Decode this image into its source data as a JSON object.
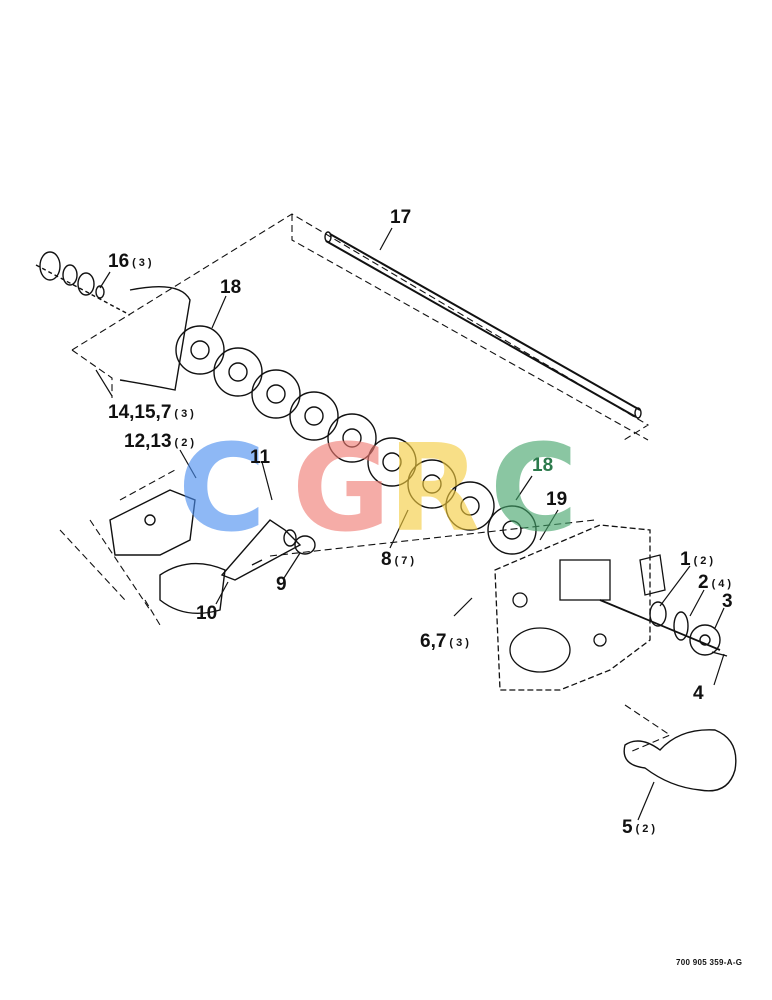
{
  "callouts": [
    {
      "id": "c17",
      "num": "17",
      "qty": ""
    },
    {
      "id": "c16",
      "num": "16",
      "qty": "(3)"
    },
    {
      "id": "c18a",
      "num": "18",
      "qty": ""
    },
    {
      "id": "c14",
      "num": "14,15,7",
      "qty": "(3)"
    },
    {
      "id": "c12",
      "num": "12,13",
      "qty": "(2)"
    },
    {
      "id": "c11",
      "num": "11",
      "qty": ""
    },
    {
      "id": "c18b",
      "num": "18",
      "qty": ""
    },
    {
      "id": "c19",
      "num": "19",
      "qty": ""
    },
    {
      "id": "c8",
      "num": "8",
      "qty": "(7)"
    },
    {
      "id": "c9",
      "num": "9",
      "qty": ""
    },
    {
      "id": "c10",
      "num": "10",
      "qty": ""
    },
    {
      "id": "c1",
      "num": "1",
      "qty": "(2)"
    },
    {
      "id": "c2",
      "num": "2",
      "qty": "(4)"
    },
    {
      "id": "c3",
      "num": "3",
      "qty": ""
    },
    {
      "id": "c6",
      "num": "6,7",
      "qty": "(3)"
    },
    {
      "id": "c4",
      "num": "4",
      "qty": ""
    },
    {
      "id": "c5",
      "num": "5",
      "qty": "(2)"
    }
  ],
  "drawing_number": "700 905 359-A-G",
  "watermark": {
    "letters": [
      "C",
      "G",
      "R",
      "C"
    ],
    "colors": [
      "#4a8ef0",
      "#f07a72",
      "#f5cc3e",
      "#43a46a"
    ]
  }
}
